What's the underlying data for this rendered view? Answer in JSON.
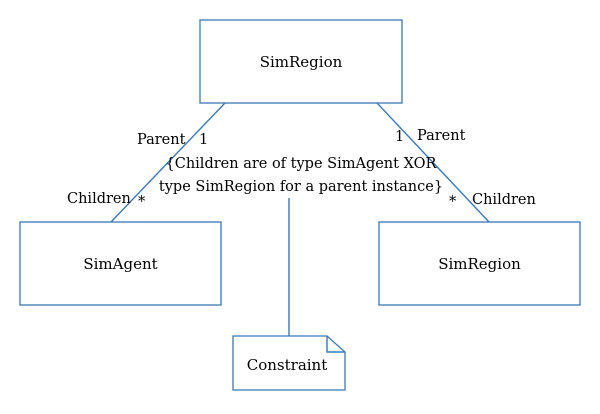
{
  "colors": {
    "line": "#3b78b5",
    "fill": "#ffffff",
    "text": "#000000"
  },
  "classes": {
    "parent_region": "SimRegion",
    "child_agent": "SimAgent",
    "child_region": "SimRegion"
  },
  "associations": {
    "left": {
      "parent_role": "Parent",
      "parent_multiplicity": "1",
      "child_role": "Children",
      "child_multiplicity": "*"
    },
    "right": {
      "parent_role": "Parent",
      "parent_multiplicity": "1",
      "child_role": "Children",
      "child_multiplicity": "*"
    }
  },
  "constraint": {
    "text_line1": "{Children are of type SimAgent XOR",
    "text_line2": "type SimRegion for a parent instance}",
    "note_label": "Constraint"
  }
}
